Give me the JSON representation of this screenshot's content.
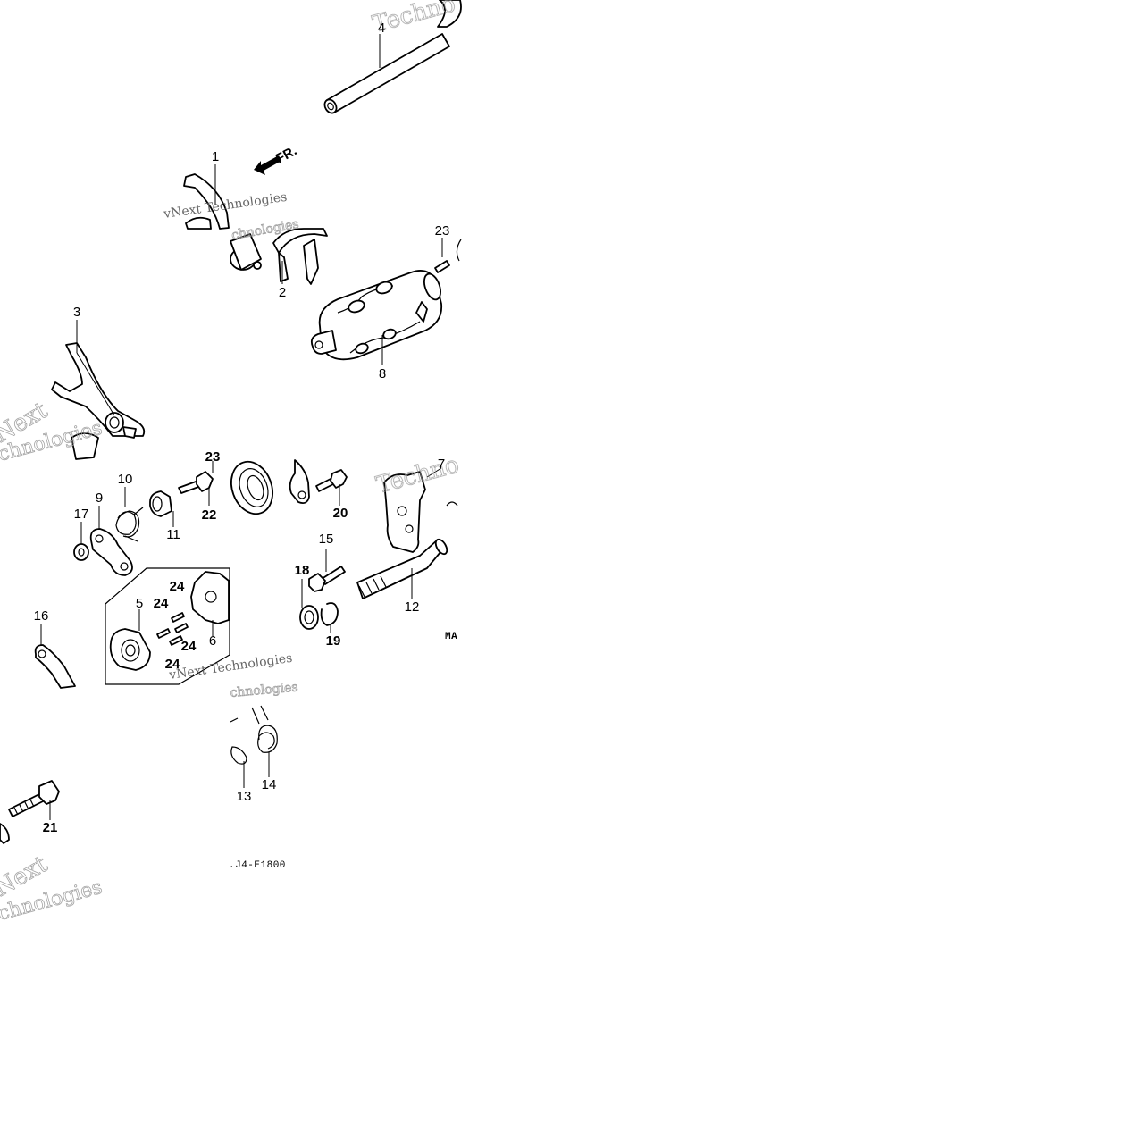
{
  "diagram": {
    "direction_label": "FR.",
    "diagram_code": ".J4-E1800",
    "partial_code": "MA",
    "watermarks": [
      "vNext Technologies",
      "Techno",
      "Next",
      "chnologies"
    ],
    "callouts": [
      {
        "id": "c1",
        "text": "1"
      },
      {
        "id": "c2",
        "text": "2"
      },
      {
        "id": "c3",
        "text": "3"
      },
      {
        "id": "c4",
        "text": "4"
      },
      {
        "id": "c5",
        "text": "5"
      },
      {
        "id": "c6",
        "text": "6"
      },
      {
        "id": "c7",
        "text": "7"
      },
      {
        "id": "c8",
        "text": "8"
      },
      {
        "id": "c9",
        "text": "9"
      },
      {
        "id": "c10",
        "text": "10"
      },
      {
        "id": "c11",
        "text": "11"
      },
      {
        "id": "c12",
        "text": "12"
      },
      {
        "id": "c13",
        "text": "13"
      },
      {
        "id": "c14",
        "text": "14"
      },
      {
        "id": "c15",
        "text": "15"
      },
      {
        "id": "c16",
        "text": "16"
      },
      {
        "id": "c17",
        "text": "17"
      },
      {
        "id": "c18",
        "text": "18"
      },
      {
        "id": "c19",
        "text": "19"
      },
      {
        "id": "c20",
        "text": "20"
      },
      {
        "id": "c21",
        "text": "21"
      },
      {
        "id": "c22",
        "text": "22"
      },
      {
        "id": "c23a",
        "text": "23"
      },
      {
        "id": "c23b",
        "text": "23"
      },
      {
        "id": "c24a",
        "text": "24"
      },
      {
        "id": "c24b",
        "text": "24"
      },
      {
        "id": "c24c",
        "text": "24"
      },
      {
        "id": "c24d",
        "text": "24"
      }
    ]
  }
}
